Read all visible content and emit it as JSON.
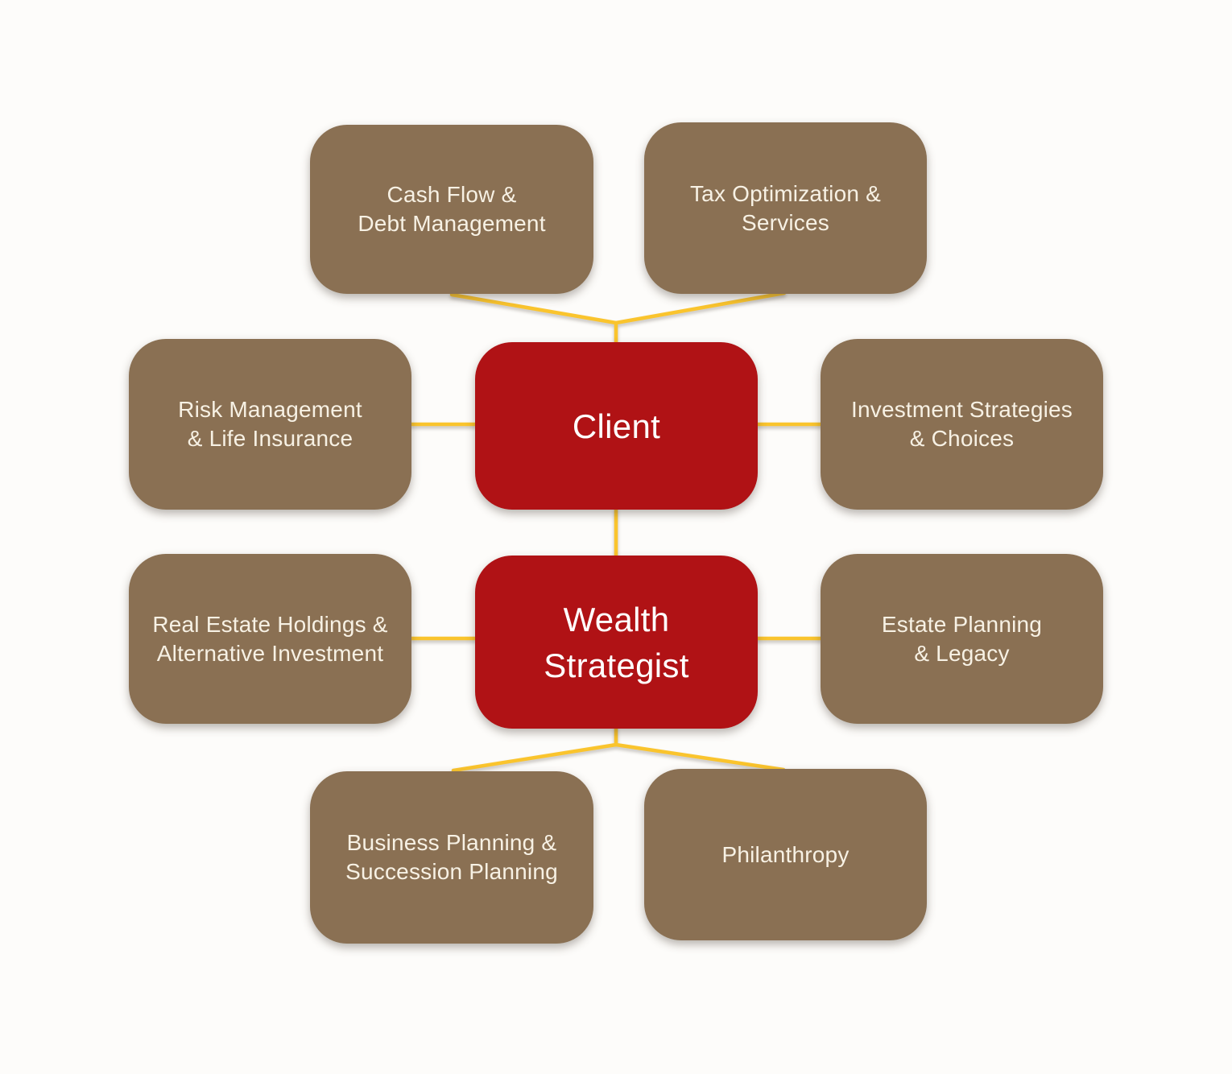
{
  "diagram": {
    "title": "Client and Wealth Strategist services map",
    "colors": {
      "background": "#FDFCFA",
      "central_node": "#B01215",
      "satellite_node": "#8A7053",
      "connector": "#FAC42D",
      "central_text": "#FFFFFF",
      "satellite_text": "#F7F1E4"
    }
  },
  "nodes": {
    "client": {
      "line1": "Client"
    },
    "wealth_strategist": {
      "line1": "Wealth",
      "line2": "Strategist"
    },
    "cash_flow": {
      "line1": "Cash Flow &",
      "line2": "Debt Management"
    },
    "tax_optimization": {
      "line1": "Tax Optimization &",
      "line2": "Services"
    },
    "risk_management": {
      "line1": "Risk Management",
      "line2": "& Life Insurance"
    },
    "investment": {
      "line1": "Investment Strategies",
      "line2": "& Choices"
    },
    "real_estate": {
      "line1": "Real Estate Holdings &",
      "line2": "Alternative Investment"
    },
    "estate_planning": {
      "line1": "Estate Planning",
      "line2": "& Legacy"
    },
    "business_planning": {
      "line1": "Business Planning &",
      "line2": "Succession Planning"
    },
    "philanthropy": {
      "line1": "Philanthropy"
    }
  }
}
